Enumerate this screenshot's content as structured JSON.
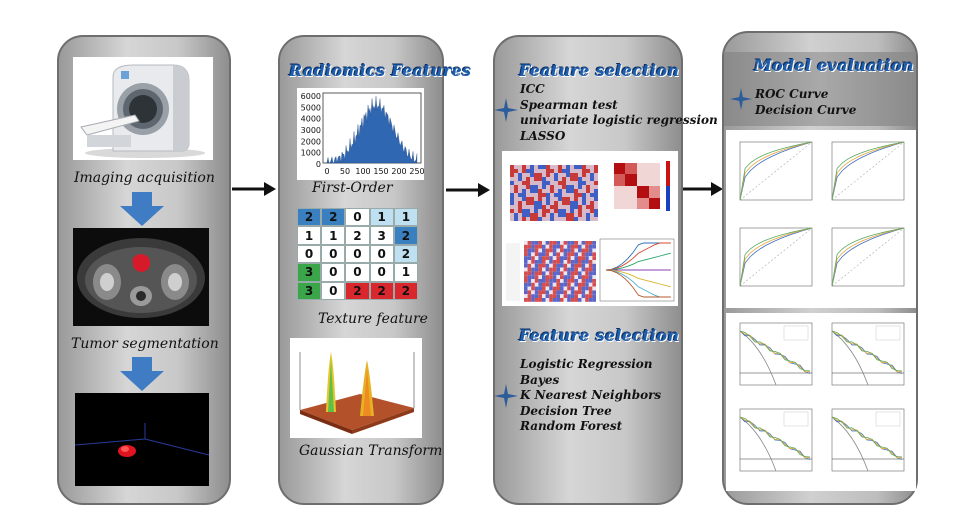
{
  "panels": {
    "acquisition": {
      "captions": [
        "Imaging acquisition",
        "Tumor segmentation"
      ]
    },
    "radiomics": {
      "title": "Radiomics  Features",
      "captions": [
        "First-Order",
        "Texture feature",
        "Gaussian Transform"
      ],
      "histogram_ticks_y": [
        "6000",
        "5000",
        "4000",
        "3000",
        "2000",
        "1000",
        "0"
      ],
      "histogram_ticks_x": [
        "0",
        "50",
        "100",
        "150",
        "200",
        "250"
      ],
      "texture_grid": [
        [
          "2",
          "2",
          "0",
          "1",
          "1"
        ],
        [
          "1",
          "1",
          "2",
          "3",
          "2"
        ],
        [
          "0",
          "0",
          "0",
          "0",
          "2"
        ],
        [
          "3",
          "0",
          "0",
          "0",
          "1"
        ],
        [
          "3",
          "0",
          "2",
          "2",
          "2"
        ]
      ]
    },
    "feature_selection": {
      "title_top": "Feature  selection",
      "methods_top": [
        "ICC",
        "Spearman test",
        "univariate logistic regression",
        "LASSO"
      ],
      "title_bottom": "Feature  selection",
      "methods_bottom": [
        "Logistic Regression",
        "Bayes",
        "K Nearest Neighbors",
        "Decision Tree",
        "Random Forest"
      ]
    },
    "model_evaluation": {
      "title": "Model evaluation",
      "items": [
        "ROC Curve",
        "Decision Curve"
      ]
    }
  },
  "colors": {
    "title_blue": "#1d5fae",
    "arrow_blue": "#3f7cc4",
    "star": "#2c5c99"
  }
}
